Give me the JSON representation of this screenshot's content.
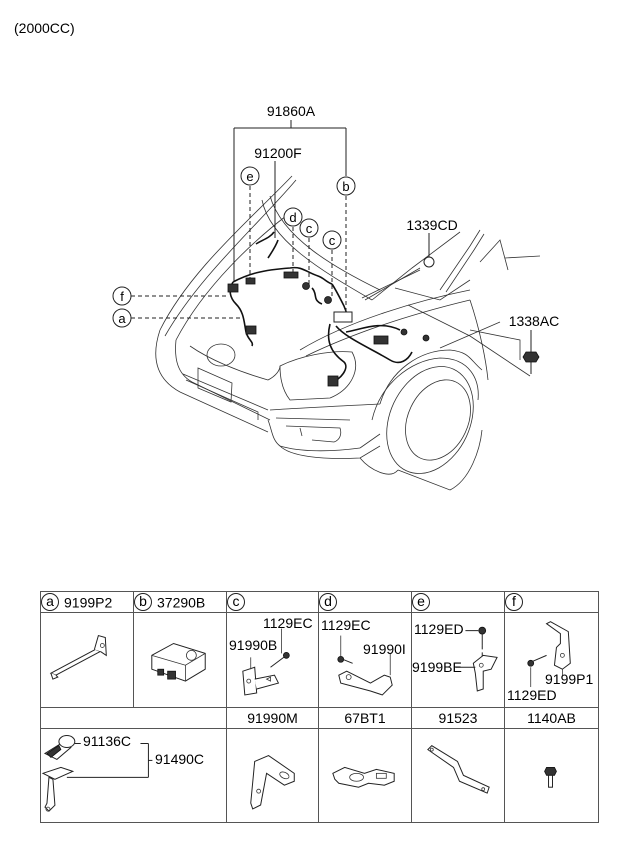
{
  "engine_note": "(2000CC)",
  "callouts": {
    "harness_assy": "91860A",
    "harness": "91200F",
    "grommet": "1339CD",
    "nut": "1338AC"
  },
  "letters": {
    "a": "a",
    "b": "b",
    "c": "c",
    "d": "d",
    "e": "e",
    "f": "f"
  },
  "table": {
    "row1": [
      {
        "letter": "a",
        "part": "9199P2"
      },
      {
        "letter": "b",
        "part": "37290B"
      },
      {
        "letter": "c",
        "part": ""
      },
      {
        "letter": "d",
        "part": ""
      },
      {
        "letter": "e",
        "part": ""
      },
      {
        "letter": "f",
        "part": ""
      }
    ],
    "row1_labels": {
      "c_bolt": "1129EC",
      "c_bracket": "91990B",
      "d_bolt": "1129EC",
      "d_bracket": "91990I",
      "e_bolt": "1129ED",
      "e_bracket": "9199BE",
      "f_bracket": "9199P1",
      "f_bolt": "1129ED"
    },
    "row2_headers": [
      "",
      "91990M",
      "67BT1",
      "91523",
      "1140AB"
    ],
    "row2_labels": {
      "clip": "91136C",
      "bracket_assy": "91490C"
    }
  }
}
